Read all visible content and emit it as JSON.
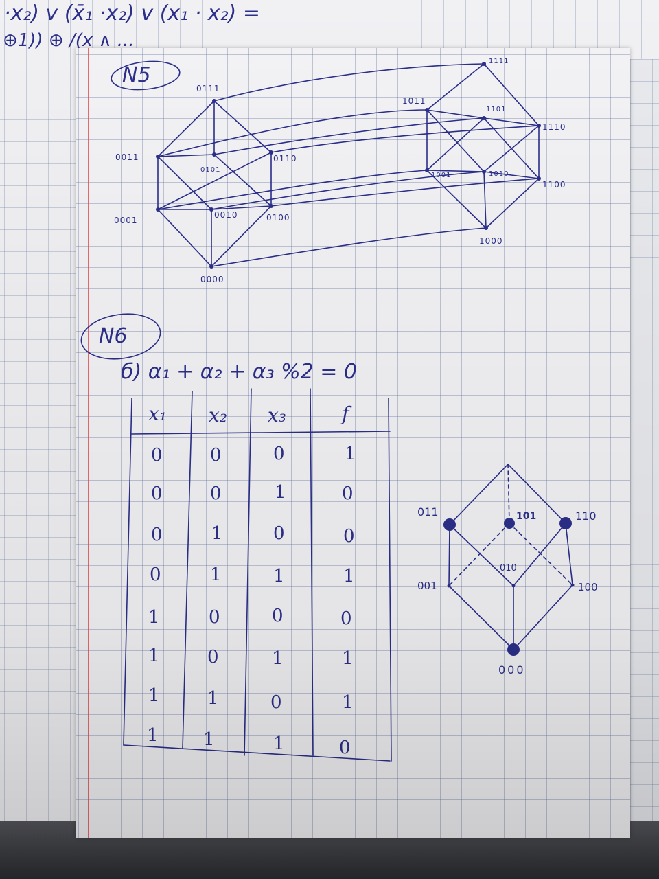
{
  "top_notes": {
    "line1": "·x₂) v (x̄₁ ·x₂) v (x₁ · x₂) =",
    "line2": "⊕1)) ⊕ /(x ∧ ..."
  },
  "section5": {
    "title": "N5",
    "nodes": {
      "n0111": "0111",
      "n0011": "0011",
      "n0110": "0110",
      "n0101": "0101",
      "n0001": "0001",
      "n0010": "0010",
      "n0100": "0100",
      "n0000": "0000",
      "n1111": "1111",
      "n1011": "1011",
      "n1101": "1101",
      "n1110": "1110",
      "n1001": "1001",
      "n1010": "1010",
      "n1100": "1100",
      "n1000": "1000"
    }
  },
  "section6": {
    "title": "N6",
    "formula": "б) α₁ + α₂ + α₃  %2 = 0",
    "table": {
      "headers": [
        "x₁",
        "x₂",
        "x₃",
        "f"
      ],
      "rows": [
        [
          "0",
          "0",
          "0",
          "1"
        ],
        [
          "0",
          "0",
          "1",
          "0"
        ],
        [
          "0",
          "1",
          "0",
          "0"
        ],
        [
          "0",
          "1",
          "1",
          "1"
        ],
        [
          "1",
          "0",
          "0",
          "0"
        ],
        [
          "1",
          "0",
          "1",
          "1"
        ],
        [
          "1",
          "1",
          "0",
          "1"
        ],
        [
          "1",
          "1",
          "1",
          "0"
        ]
      ]
    },
    "cube_labels": {
      "n011": "011",
      "n101": "101",
      "n110": "110",
      "n001": "001",
      "n010": "010",
      "n100": "100",
      "n000": "000"
    }
  },
  "colors": {
    "ink": "#2b2f8a",
    "margin": "#e8505a",
    "grid": "#8291b5"
  }
}
